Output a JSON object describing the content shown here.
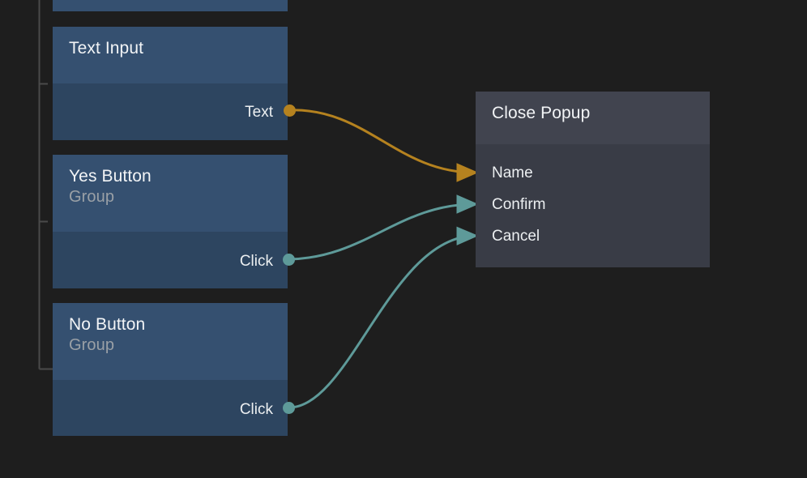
{
  "canvas": {
    "background": "#1e1e1e",
    "tree_line_color": "#4a4a4a"
  },
  "palette": {
    "node_blue_header": "#355070",
    "node_blue_body": "#2d4560",
    "node_dark_header": "#41444f",
    "node_dark_body": "#393c46",
    "wire_orange": "#b5821f",
    "wire_teal": "#5e9a99",
    "title_text": "#f2f4f6",
    "subtitle_text": "#9aa0a6",
    "port_text": "#eceff1"
  },
  "nodes": [
    {
      "id": "clipped-node",
      "title": "",
      "subtitle": "",
      "outputs": [],
      "inputs": []
    },
    {
      "id": "text-input",
      "title": "Text Input",
      "subtitle": "",
      "outputs": [
        {
          "label": "Text",
          "color": "#b5821f"
        }
      ],
      "inputs": []
    },
    {
      "id": "yes-button",
      "title": "Yes Button",
      "subtitle": "Group",
      "outputs": [
        {
          "label": "Click",
          "color": "#5e9a99"
        }
      ],
      "inputs": []
    },
    {
      "id": "no-button",
      "title": "No Button",
      "subtitle": "Group",
      "outputs": [
        {
          "label": "Click",
          "color": "#5e9a99"
        }
      ],
      "inputs": []
    },
    {
      "id": "close-popup",
      "title": "Close Popup",
      "subtitle": "",
      "outputs": [],
      "inputs": [
        {
          "label": "Name",
          "color": "#b5821f"
        },
        {
          "label": "Confirm",
          "color": "#5e9a99"
        },
        {
          "label": "Cancel",
          "color": "#5e9a99"
        }
      ]
    }
  ],
  "connections": [
    {
      "from": "text-input.Text",
      "to": "close-popup.Name",
      "color": "#b5821f"
    },
    {
      "from": "yes-button.Click",
      "to": "close-popup.Confirm",
      "color": "#5e9a99"
    },
    {
      "from": "no-button.Click",
      "to": "close-popup.Cancel",
      "color": "#5e9a99"
    }
  ]
}
